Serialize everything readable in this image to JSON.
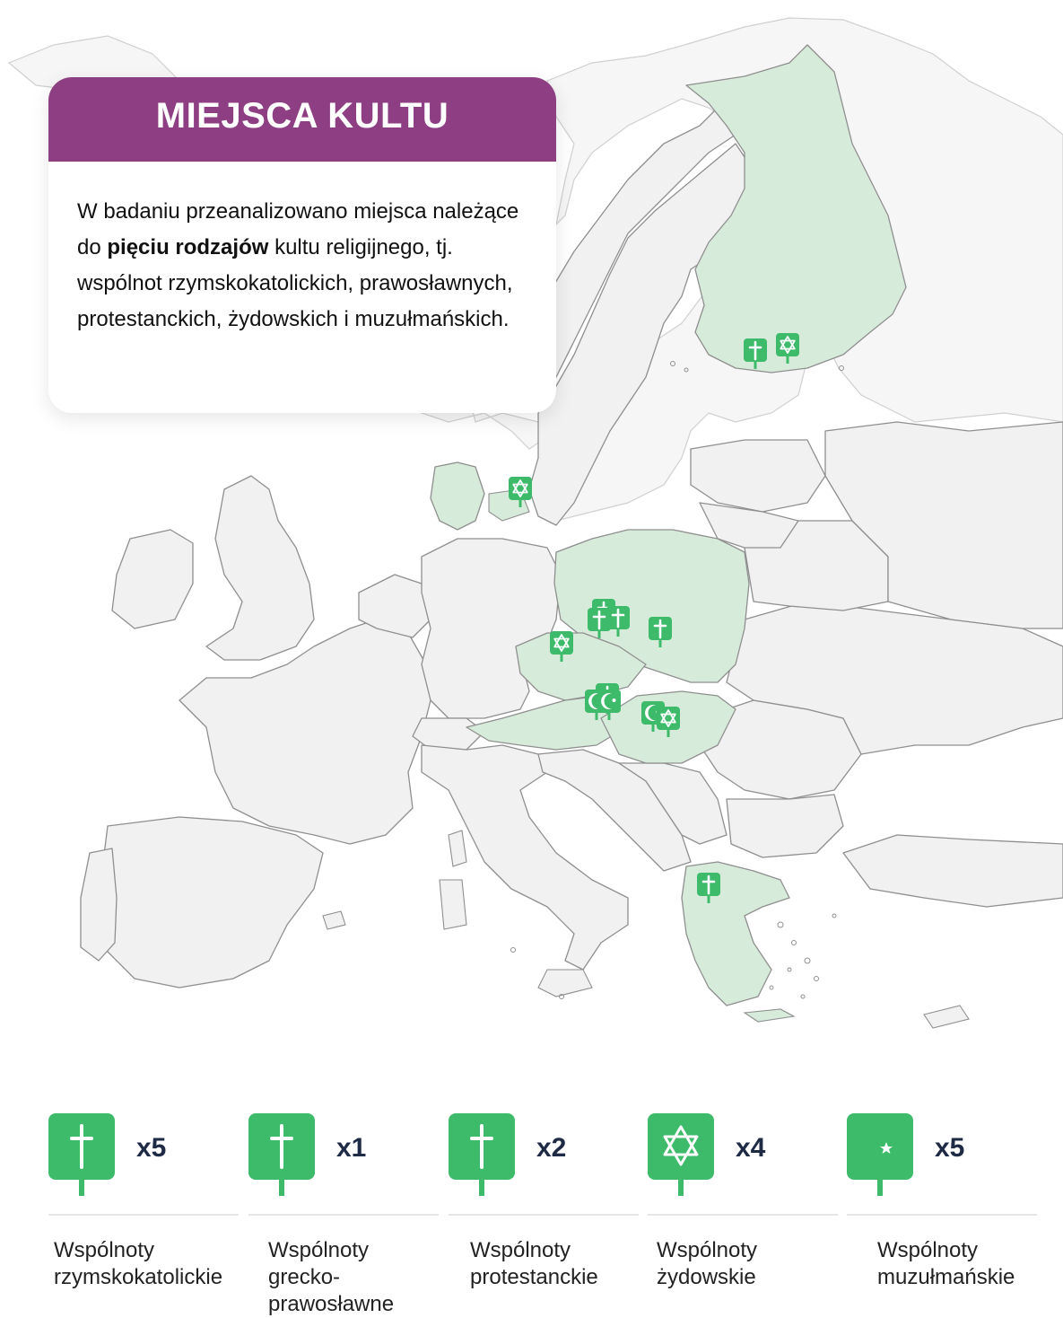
{
  "title": "MIEJSCA KULTU",
  "intro": {
    "before": "W badaniu przeanalizowano miejsca należące do ",
    "bold": "pięciu rodzajów",
    "after": " kultu religijnego, tj.  wspólnot rzymskokatolickich, prawosławnych, protestanckich, żydowskich i muzułmańskich."
  },
  "colors": {
    "header": "#8e3f83",
    "marker": "#3dbb6a",
    "highlight_country": "#d7ebdb",
    "base_country": "#f1f1f1"
  },
  "legend": [
    {
      "icon": "latin-cross-icon",
      "count": "x5",
      "label_line1": "Wspólnoty",
      "label_line2": "rzymskokatolickie",
      "label_line3": ""
    },
    {
      "icon": "latin-cross-icon",
      "count": "x1",
      "label_line1": "Wspólnoty",
      "label_line2": "grecko-",
      "label_line3": "prawosławne"
    },
    {
      "icon": "latin-cross-icon",
      "count": "x2",
      "label_line1": "Wspólnoty",
      "label_line2": "protestanckie",
      "label_line3": ""
    },
    {
      "icon": "star-of-david-icon",
      "count": "x4",
      "label_line1": "Wspólnoty",
      "label_line2": "żydowskie",
      "label_line3": ""
    },
    {
      "icon": "crescent-star-icon",
      "count": "x5",
      "label_line1": "Wspólnoty",
      "label_line2": "muzułmańskie",
      "label_line3": ""
    }
  ],
  "highlighted_countries": [
    "Finlandia",
    "Dania",
    "Polska",
    "Czechy",
    "Austria",
    "Węgry",
    "Grecja"
  ],
  "markers": [
    {
      "icon": "latin-cross-icon",
      "country": "Finlandia"
    },
    {
      "icon": "star-of-david-icon",
      "country": "Finlandia"
    },
    {
      "icon": "star-of-david-icon",
      "country": "Dania"
    },
    {
      "icon": "latin-cross-icon",
      "country": "Polska"
    },
    {
      "icon": "latin-cross-icon",
      "country": "Polska"
    },
    {
      "icon": "latin-cross-icon",
      "country": "Polska"
    },
    {
      "icon": "latin-cross-icon",
      "country": "Polska"
    },
    {
      "icon": "star-of-david-icon",
      "country": "Czechy"
    },
    {
      "icon": "latin-cross-icon",
      "country": "Austria"
    },
    {
      "icon": "crescent-star-icon",
      "country": "Austria"
    },
    {
      "icon": "crescent-star-icon",
      "country": "Austria"
    },
    {
      "icon": "crescent-star-icon",
      "country": "Węgry"
    },
    {
      "icon": "star-of-david-icon",
      "country": "Węgry"
    },
    {
      "icon": "latin-cross-icon",
      "country": "Grecja"
    }
  ]
}
